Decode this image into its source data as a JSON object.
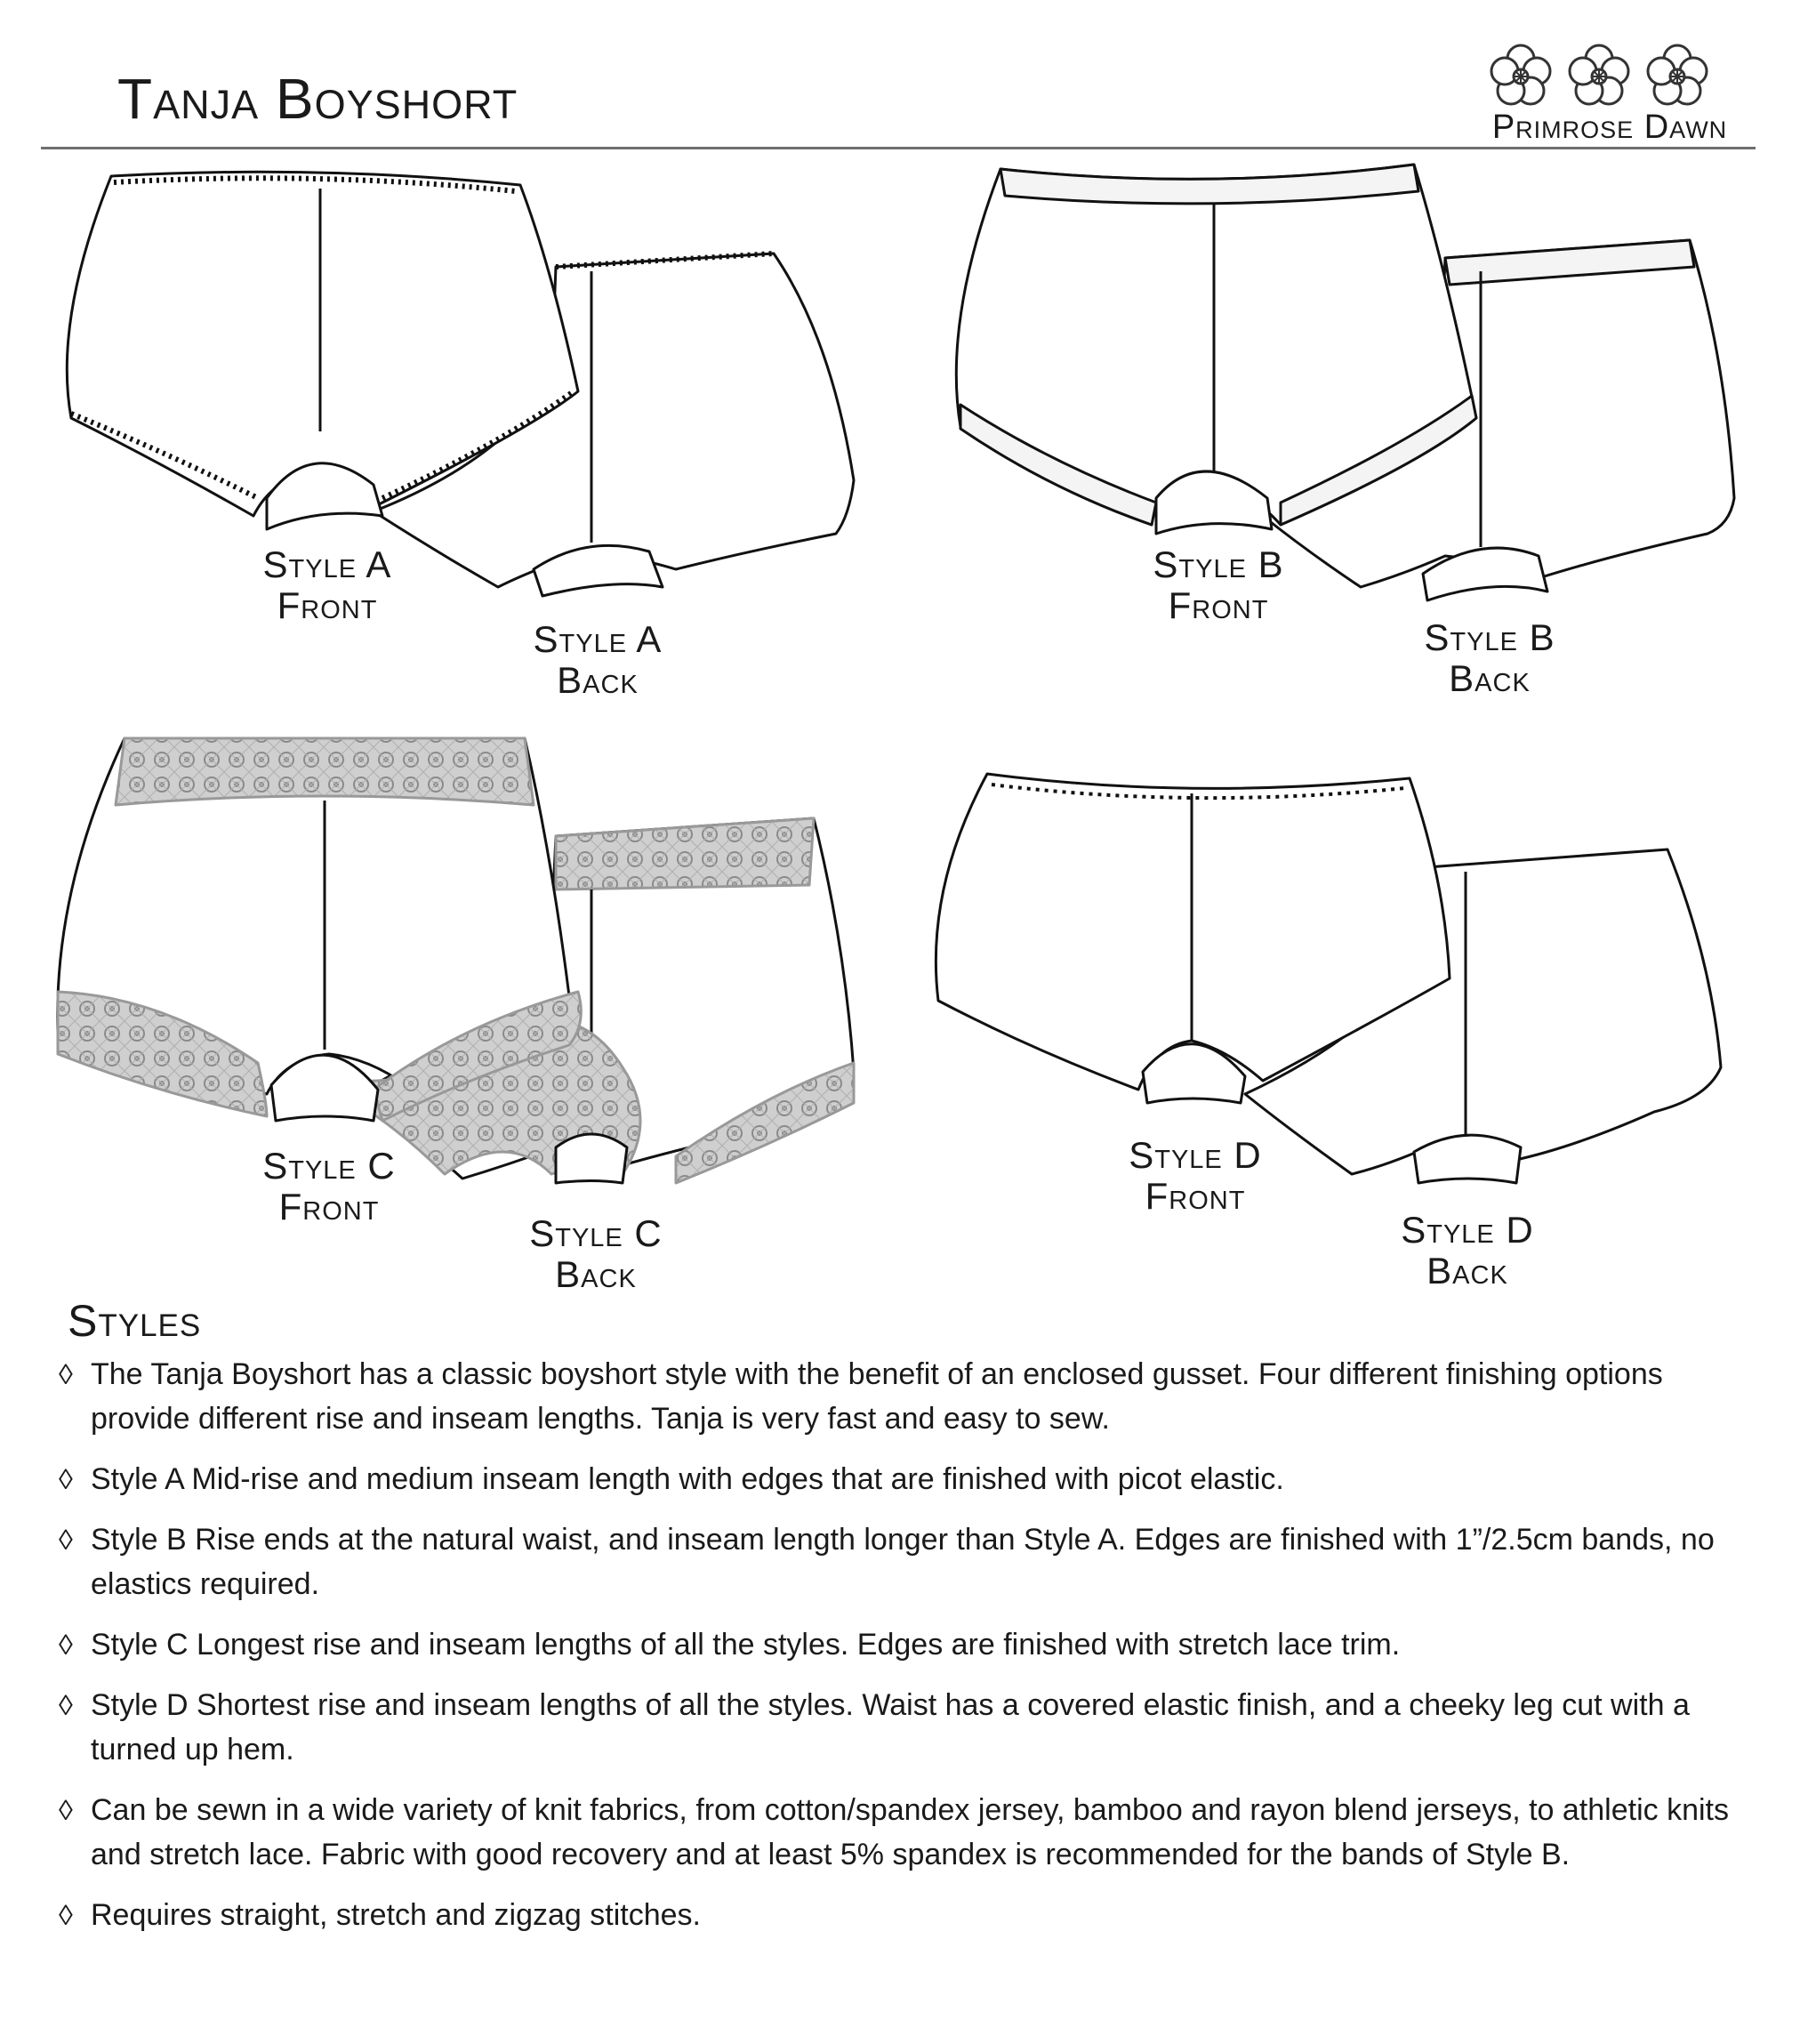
{
  "header": {
    "title": "Tanja Boyshort",
    "brand": "Primrose Dawn",
    "logo_colors": [
      "#ffffff",
      "#f4c6d3",
      "#ffffff"
    ]
  },
  "garments": [
    {
      "front_label_1": "Style A",
      "front_label_2": "Front",
      "back_label_1": "Style A",
      "back_label_2": "Back"
    },
    {
      "front_label_1": "Style B",
      "front_label_2": "Front",
      "back_label_1": "Style B",
      "back_label_2": "Back"
    },
    {
      "front_label_1": "Style C",
      "front_label_2": "Front",
      "back_label_1": "Style C",
      "back_label_2": "Back"
    },
    {
      "front_label_1": "Style D",
      "front_label_2": "Front",
      "back_label_1": "Style D",
      "back_label_2": "Back"
    }
  ],
  "styles": {
    "heading": "Styles",
    "bullet_glyph": "◊",
    "items": [
      "The Tanja Boyshort has a classic boyshort style with the benefit of an enclosed gusset.  Four different finishing options provide different rise and inseam lengths. Tanja is very fast and easy to sew.",
      "Style A Mid-rise and medium inseam length with edges that are finished with picot elastic.",
      "Style B Rise ends at the natural waist, and inseam length longer than Style A.  Edges are finished with 1”/2.5cm bands, no elastics required.",
      "Style C Longest rise and inseam lengths of all the styles.  Edges are finished with stretch lace trim.",
      "Style D Shortest rise and inseam lengths of all the styles.  Waist has a covered elastic finish, and a cheeky leg cut with a turned up hem.",
      "Can be sewn in a wide variety of knit fabrics, from cotton/spandex jersey, bamboo and rayon blend jerseys, to athletic knits and stretch lace. Fabric with good recovery and at least 5% spandex is recommended for the bands of Style B.",
      "Requires straight, stretch and zigzag stitches."
    ]
  }
}
